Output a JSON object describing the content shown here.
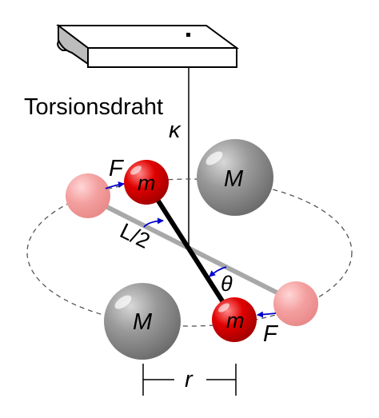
{
  "labels": {
    "wire": "Torsionsdraht",
    "kappa": "κ",
    "force_top": "F",
    "force_bottom": "F",
    "small_mass_top": "m",
    "small_mass_bottom": "m",
    "large_mass_top": "M",
    "large_mass_bottom": "M",
    "half_length": "L/2",
    "angle": "θ",
    "distance": "r"
  },
  "colors": {
    "small_mass": "#e00000",
    "small_mass_ghost": "#f4a0a0",
    "large_mass": "#909090",
    "rod": "#000000",
    "rod_ghost": "#a8a8a8",
    "arrows": "#0000cc",
    "orbit": "#555555"
  }
}
